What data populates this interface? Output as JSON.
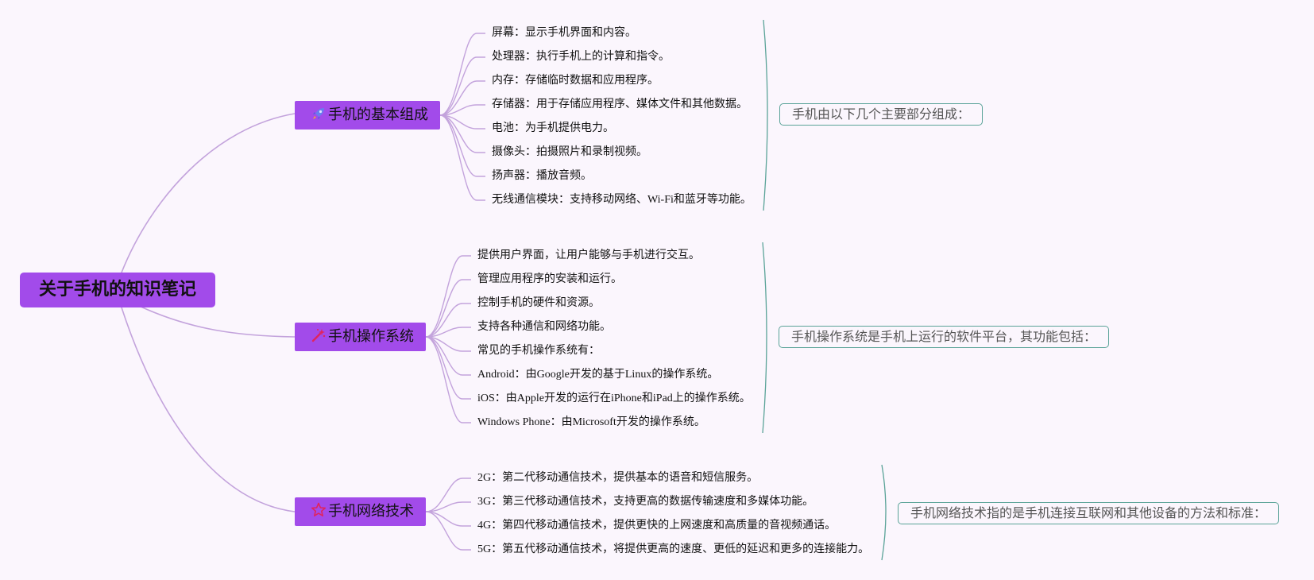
{
  "root": {
    "label": "关于手机的知识笔记"
  },
  "branches": [
    {
      "label": "手机的基本组成",
      "icon": "rocket-icon",
      "summary": "手机由以下几个主要部分组成：",
      "items": [
        "屏幕：显示手机界面和内容。",
        "处理器：执行手机上的计算和指令。",
        "内存：存储临时数据和应用程序。",
        "存储器：用于存储应用程序、媒体文件和其他数据。",
        "电池：为手机提供电力。",
        "摄像头：拍摄照片和录制视频。",
        "扬声器：播放音频。",
        "无线通信模块：支持移动网络、Wi-Fi和蓝牙等功能。"
      ]
    },
    {
      "label": "手机操作系统",
      "icon": "magic-wand-icon",
      "summary": "手机操作系统是手机上运行的软件平台，其功能包括：",
      "items": [
        "提供用户界面，让用户能够与手机进行交互。",
        "管理应用程序的安装和运行。",
        "控制手机的硬件和资源。",
        "支持各种通信和网络功能。",
        "常见的手机操作系统有：",
        "Android：由Google开发的基于Linux的操作系统。",
        "iOS：由Apple开发的运行在iPhone和iPad上的操作系统。",
        "Windows Phone：由Microsoft开发的操作系统。"
      ]
    },
    {
      "label": "手机网络技术",
      "icon": "star-icon",
      "summary": "手机网络技术指的是手机连接互联网和其他设备的方法和标准：",
      "items": [
        "2G：第二代移动通信技术，提供基本的语音和短信服务。",
        "3G：第三代移动通信技术，支持更高的数据传输速度和多媒体功能。",
        "4G：第四代移动通信技术，提供更快的上网速度和高质量的音视频通话。",
        "5G：第五代移动通信技术，将提供更高的速度、更低的延迟和更多的连接能力。"
      ]
    }
  ],
  "colors": {
    "background": "#fbf6fd",
    "node_fill": "#a24bea",
    "link": "#c3a3dc",
    "summary_border": "#5aa398",
    "star_icon": "#e0245e"
  }
}
